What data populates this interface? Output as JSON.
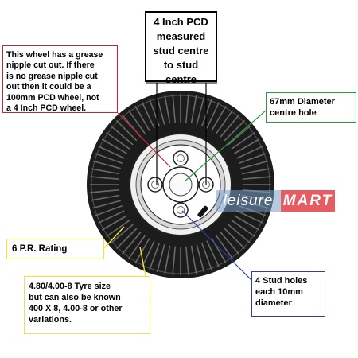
{
  "colors": {
    "tyre": "#1c1c1c",
    "tread": "#3a3a3a",
    "hub": "#ffffff",
    "rim_shadow": "#d8d8d8",
    "grease_callout": "#d0202a",
    "centre_callout": "#2e9a3c",
    "rating_callout": "#f2e23a",
    "stud_callout": "#2f3fa0",
    "pcd_callout": "#000000"
  },
  "callouts": {
    "pcd": {
      "lines": [
        "4 Inch PCD",
        "measured",
        "stud centre",
        "to stud",
        "centre"
      ]
    },
    "grease": {
      "lines": [
        "This wheel has a grease",
        "nipple cut out. If there",
        "is no grease nipple cut",
        "out then it could be a",
        "100mm PCD wheel, not",
        "a 4 Inch PCD wheel."
      ]
    },
    "centre_hole": {
      "lines": [
        "67mm Diameter",
        "centre hole"
      ]
    },
    "rating": {
      "lines": [
        "6 P.R. Rating"
      ]
    },
    "tyre_size": {
      "lines": [
        "4.80/4.00-8 Tyre size",
        "but can also be known",
        "400 X 8, 4.00-8 or other",
        "variations."
      ]
    },
    "stud_holes": {
      "lines": [
        "4 Stud holes",
        "each 10mm",
        "diameter"
      ]
    }
  },
  "watermark": {
    "left": "leisure",
    "right": "MART"
  },
  "icons": {
    "stud": "stud-hole-icon",
    "valve": "valve-stem-icon",
    "hub": "centre-hole-icon"
  }
}
